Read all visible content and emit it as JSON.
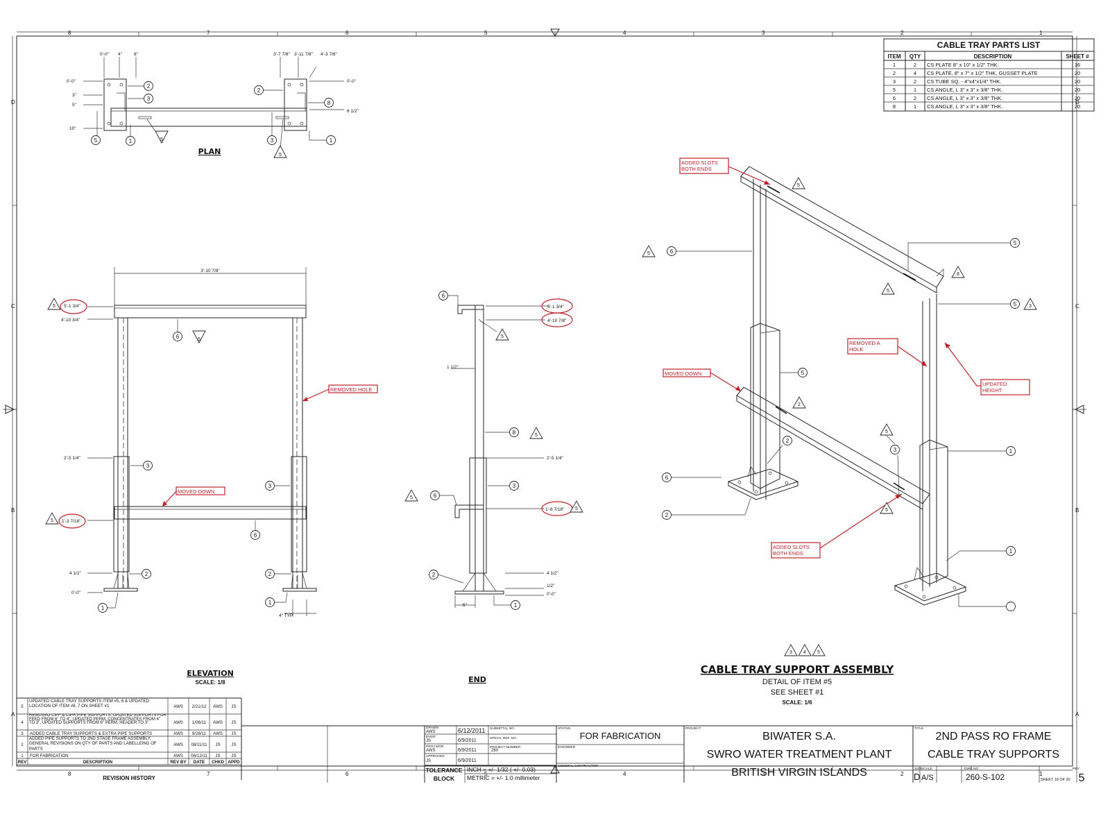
{
  "zones": {
    "columns": [
      "8",
      "7",
      "6",
      "5",
      "4",
      "3",
      "2",
      "1"
    ],
    "rows": [
      "D",
      "C",
      "B",
      "A"
    ]
  },
  "parts_list": {
    "title": "CABLE TRAY PARTS LIST",
    "headers": [
      "ITEM",
      "QTY",
      "DESCRIPTION",
      "SHEET #"
    ],
    "rows": [
      [
        "1",
        "2",
        "CS PLATE 8\" x 10\" x 1/2\" THK.",
        "16"
      ],
      [
        "2",
        "4",
        "CS PLATE, 8\" x 7\" x 1/2\" THK, GUSSET PLATE",
        "20"
      ],
      [
        "3",
        "2",
        "CS TUBE SQ. - 4\"x4\"x1/4\" THK.",
        "20"
      ],
      [
        "5",
        "1",
        "CS ANGLE,  L 3\" x 3\" x 3/8\" THK.",
        "20"
      ],
      [
        "6",
        "2",
        "CS ANGLE,  L 3\" x 3\" x 3/8\" THK.",
        "20"
      ],
      [
        "8",
        "1",
        "CS ANGLE,  L 3\" x 3\" x 3/8\" THK.",
        "20"
      ]
    ]
  },
  "plan": {
    "title": "PLAN",
    "dims_top": [
      "0'-0\"",
      "4\"",
      "8\"",
      "3'-7 7/8\"",
      "3'-11 7/8\"",
      "4'-3 7/8\""
    ],
    "dims_left": [
      "0'-0\"",
      "3\"",
      "5\"",
      "10\""
    ],
    "dims_right": [
      "0'-0\"",
      "6 1/2\""
    ],
    "callouts": [
      "2",
      "3",
      "5",
      "1",
      "5",
      "2",
      "8",
      "3",
      "5",
      "1"
    ]
  },
  "elevation": {
    "title": "ELEVATION",
    "scale": "SCALE: 1/8",
    "width_dim": "3'-10 7/8\"",
    "dims": [
      "5'-1 3/4\"",
      "4'-10 3/4\"",
      "2'-5 1/4\"",
      "1'-3 7/16\"",
      "4 1/2\"",
      "0'-0\"",
      "4\" TYP."
    ],
    "notes": [
      "REMOVED HOLE",
      "MOVED DOWN"
    ],
    "callouts": [
      "6",
      "5",
      "3",
      "3",
      "6",
      "2",
      "2",
      "1",
      "1",
      "5",
      "5"
    ]
  },
  "end_view": {
    "title": "END",
    "dims": [
      "5'-1 3/4\"",
      "4'-10 7/8\"",
      "1 1/2\"",
      "2'-5 1/4\"",
      "1'-6 7/16\"",
      "4 1/2\"",
      "1/2\"",
      "0'-0\"",
      "5\""
    ],
    "callouts": [
      "6",
      "5",
      "8",
      "5",
      "3",
      "6",
      "5",
      "5",
      "2",
      "1"
    ]
  },
  "iso": {
    "notes": [
      "ADDED SLOTS\nBOTH ENDS",
      "REMOVED A\nHOLE",
      "MOVED DOWN",
      "UPDATED\nHEIGHT",
      "ADDED SLOTS\nBOTH ENDS"
    ],
    "callouts": [
      "5",
      "5",
      "6",
      "5",
      "5",
      "8",
      "5",
      "3",
      "5",
      "2",
      "2",
      "6",
      "5",
      "3",
      "1",
      "5",
      "2",
      "1"
    ],
    "revision_tags": [
      "3",
      "4",
      "5"
    ],
    "title": "CABLE TRAY SUPPORT ASSEMBLY",
    "subtitle_1": "DETAIL OF ITEM #5",
    "subtitle_2": "SEE SHEET #1",
    "scale": "SCALE: 1/6"
  },
  "revision_history": {
    "title": "REVISION HISTORY",
    "headers": [
      "REV",
      "DESCRIPTION",
      "REV BY",
      "DATE",
      "CHKD",
      "APPD"
    ],
    "rows": [
      [
        "5",
        "UPDATED CABLE TRAY SUPPORTS ITEM #5, 6 & UPDATED LOCATION OF ITEM #8, 7 ON SHEET #1",
        "AWS",
        "2/21/12",
        "AWS",
        "JS"
      ],
      [
        "4",
        "REMOVED CIPF & CIPR PIPE SUPPORTS, UPDATED SUPPORTS FOR FEED FROM 6\" TO 4\", UPDATED PERM. CONCENTRATES FROM 4\" TO 3\", UPDATED SUPPORTS FROM 6\" PERM. HEADER TO 3\"",
        "AWS",
        "1/06/11",
        "AWS",
        "JS"
      ],
      [
        "3",
        "ADDED CABLE TRAY SUPPORTS & EXTRA PIPE SUPPORTS",
        "AWS",
        "9/28/11",
        "AWS",
        "JS"
      ],
      [
        "2",
        "ADDED PIPE SUPPORTS TO 2ND STAGE FRAME ASSEMBLY, GENERAL REVISIONS ON QTY OF PARTS AND LABELLEING OF PARTS",
        "AWS",
        "08/11/11",
        "JS",
        "JS"
      ],
      [
        "1",
        "FOR FABRICATION",
        "AWS",
        "06/12/11",
        "JS",
        "JS"
      ]
    ]
  },
  "title_block": {
    "drawn_label": "DRAWN",
    "drawn_by": "AWS",
    "drawn_date": "6/12/2011",
    "engr_label": "ENGR",
    "engr_by": "JS",
    "engr_date": "6/9/2011",
    "projmgr_label": "PROJ MGR",
    "projmgr_by": "AWS",
    "projmgr_date": "6/9/2011",
    "approved_label": "APPROVED",
    "approved_by": "JS",
    "approved_date": "6/9/2011",
    "submittal_label": "SUBMITTAL NO.",
    "specs_label": "SPECS. REF. NO.",
    "projnum_label": "PROJECT NUMBER",
    "projnum": "260",
    "tolerance_label_1": "TOLERANCE",
    "tolerance_label_2": "BLOCK",
    "tol_inch": "INCH = +/- 1/32 ( +/- 0.03)",
    "tol_metric": "METRIC = +/- 1.0 millimeter",
    "status_label": "STATUS",
    "status": "FOR FABRICATION",
    "engineer_label": "ENGINEER",
    "gc_label": "GENERAL CONTRACTOR",
    "project_label": "PROJECT",
    "project_1": "BIWATER S.A.",
    "project_2": "SWRO WATER TREATMENT PLANT",
    "project_3": "BRITISH VIRGIN ISLANDS",
    "title_label": "TITLE",
    "title_1": "2ND PASS RO FRAME",
    "title_2": "CABLE TRAY SUPPORTS",
    "size_label": "SIZE",
    "size": "D",
    "scale_label": "SCALE",
    "scale": "A/S",
    "dwg_label": "DWG NO",
    "dwg_no": "260-S-102",
    "sheet_text": "SHEET 18  OF 20",
    "rev_label": "REV",
    "rev": "5"
  }
}
